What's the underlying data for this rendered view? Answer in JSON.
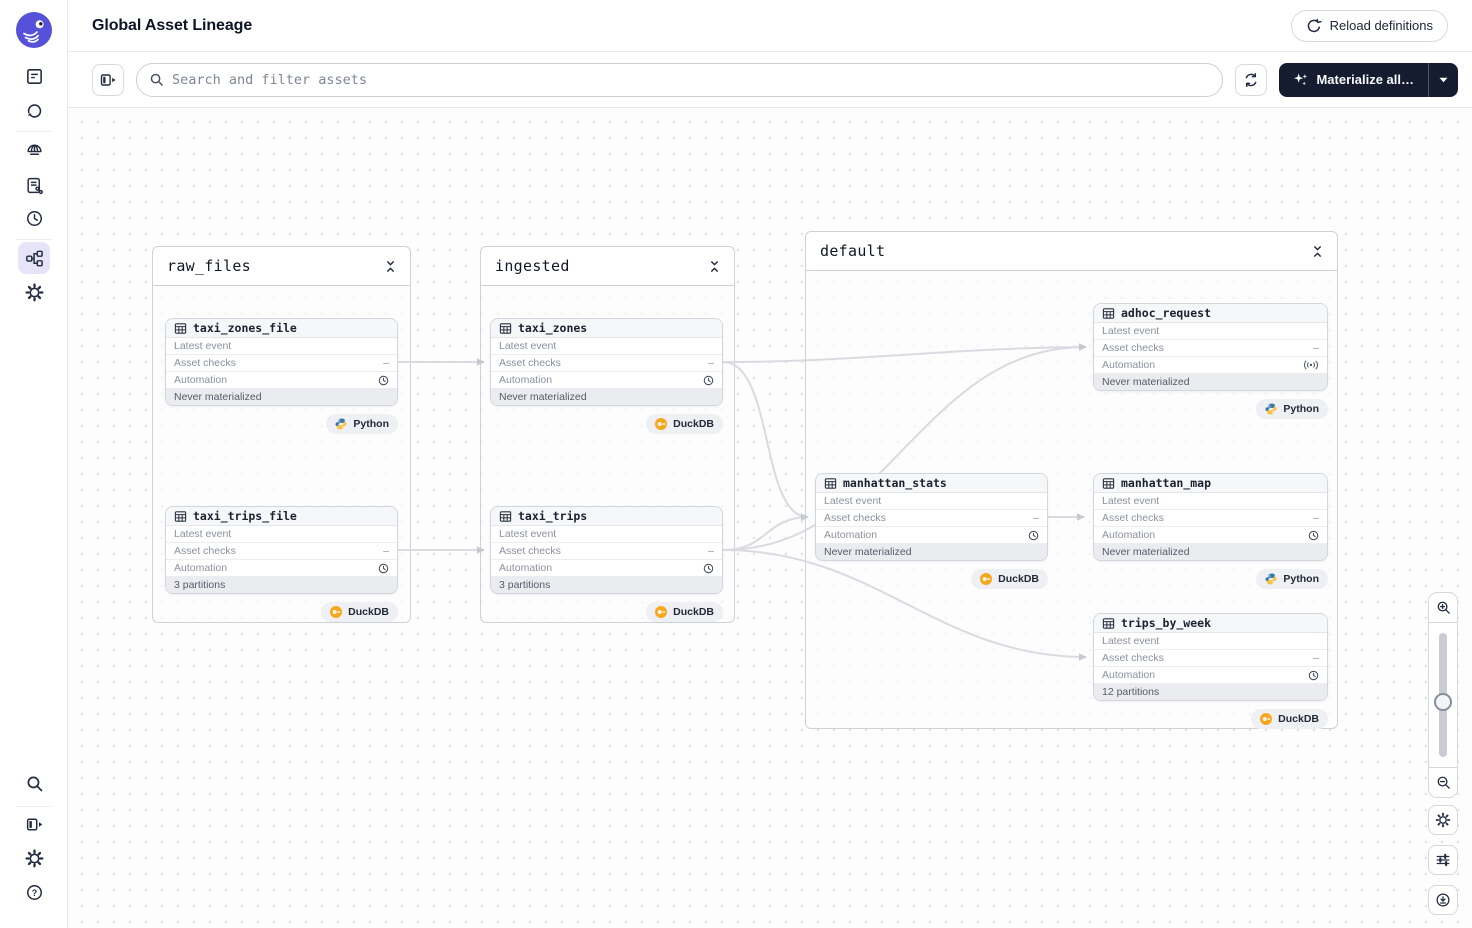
{
  "app": {
    "title": "Global Asset Lineage"
  },
  "header": {
    "reload_button": "Reload definitions"
  },
  "toolbar": {
    "search_placeholder": "Search and filter assets",
    "search_value": "",
    "materialize_button": "Materialize all…"
  },
  "node_labels": {
    "latest_event": "Latest event",
    "asset_checks": "Asset checks",
    "automation": "Automation",
    "checks_empty": "–"
  },
  "groups": {
    "raw_files": {
      "title": "raw_files"
    },
    "ingested": {
      "title": "ingested"
    },
    "default": {
      "title": "default"
    }
  },
  "nodes": {
    "taxi_zones_file": {
      "name": "taxi_zones_file",
      "footer": "Never materialized",
      "tag": "Python",
      "automation_icon": "clock-icon"
    },
    "taxi_trips_file": {
      "name": "taxi_trips_file",
      "footer": "3 partitions",
      "tag": "DuckDB",
      "automation_icon": "clock-icon"
    },
    "taxi_zones": {
      "name": "taxi_zones",
      "footer": "Never materialized",
      "tag": "DuckDB",
      "automation_icon": "clock-icon"
    },
    "taxi_trips": {
      "name": "taxi_trips",
      "footer": "3 partitions",
      "tag": "DuckDB",
      "automation_icon": "clock-icon"
    },
    "adhoc_request": {
      "name": "adhoc_request",
      "footer": "Never materialized",
      "tag": "Python",
      "automation_icon": "sensor-icon"
    },
    "manhattan_stats": {
      "name": "manhattan_stats",
      "footer": "Never materialized",
      "tag": "DuckDB",
      "automation_icon": "clock-icon"
    },
    "manhattan_map": {
      "name": "manhattan_map",
      "footer": "Never materialized",
      "tag": "Python",
      "automation_icon": "clock-icon"
    },
    "trips_by_week": {
      "name": "trips_by_week",
      "footer": "12 partitions",
      "tag": "DuckDB",
      "automation_icon": "clock-icon"
    }
  },
  "edges": [
    {
      "from": "taxi_zones_file",
      "to": "taxi_zones"
    },
    {
      "from": "taxi_trips_file",
      "to": "taxi_trips"
    },
    {
      "from": "taxi_zones",
      "to": "adhoc_request"
    },
    {
      "from": "taxi_zones",
      "to": "manhattan_stats"
    },
    {
      "from": "taxi_trips",
      "to": "adhoc_request"
    },
    {
      "from": "taxi_trips",
      "to": "manhattan_stats"
    },
    {
      "from": "taxi_trips",
      "to": "trips_by_week"
    },
    {
      "from": "manhattan_stats",
      "to": "manhattan_map"
    }
  ],
  "icons": {
    "dagster-logo": "octopus mascot",
    "search": "🔍",
    "gear": "⚙",
    "clock": "🕐",
    "sparkles": "✦",
    "caret-down": "▾",
    "collapse": "⌄⌃",
    "help": "?"
  },
  "colors": {
    "accent_purple": "#5551D9",
    "materialize_bg": "#151C30",
    "edge": "#D9DBE1",
    "python_blue": "#3776AB",
    "python_yellow": "#F7C13E",
    "duckdb_yellow": "#F5A81F",
    "active_item_bg": "#E7E4F8"
  }
}
